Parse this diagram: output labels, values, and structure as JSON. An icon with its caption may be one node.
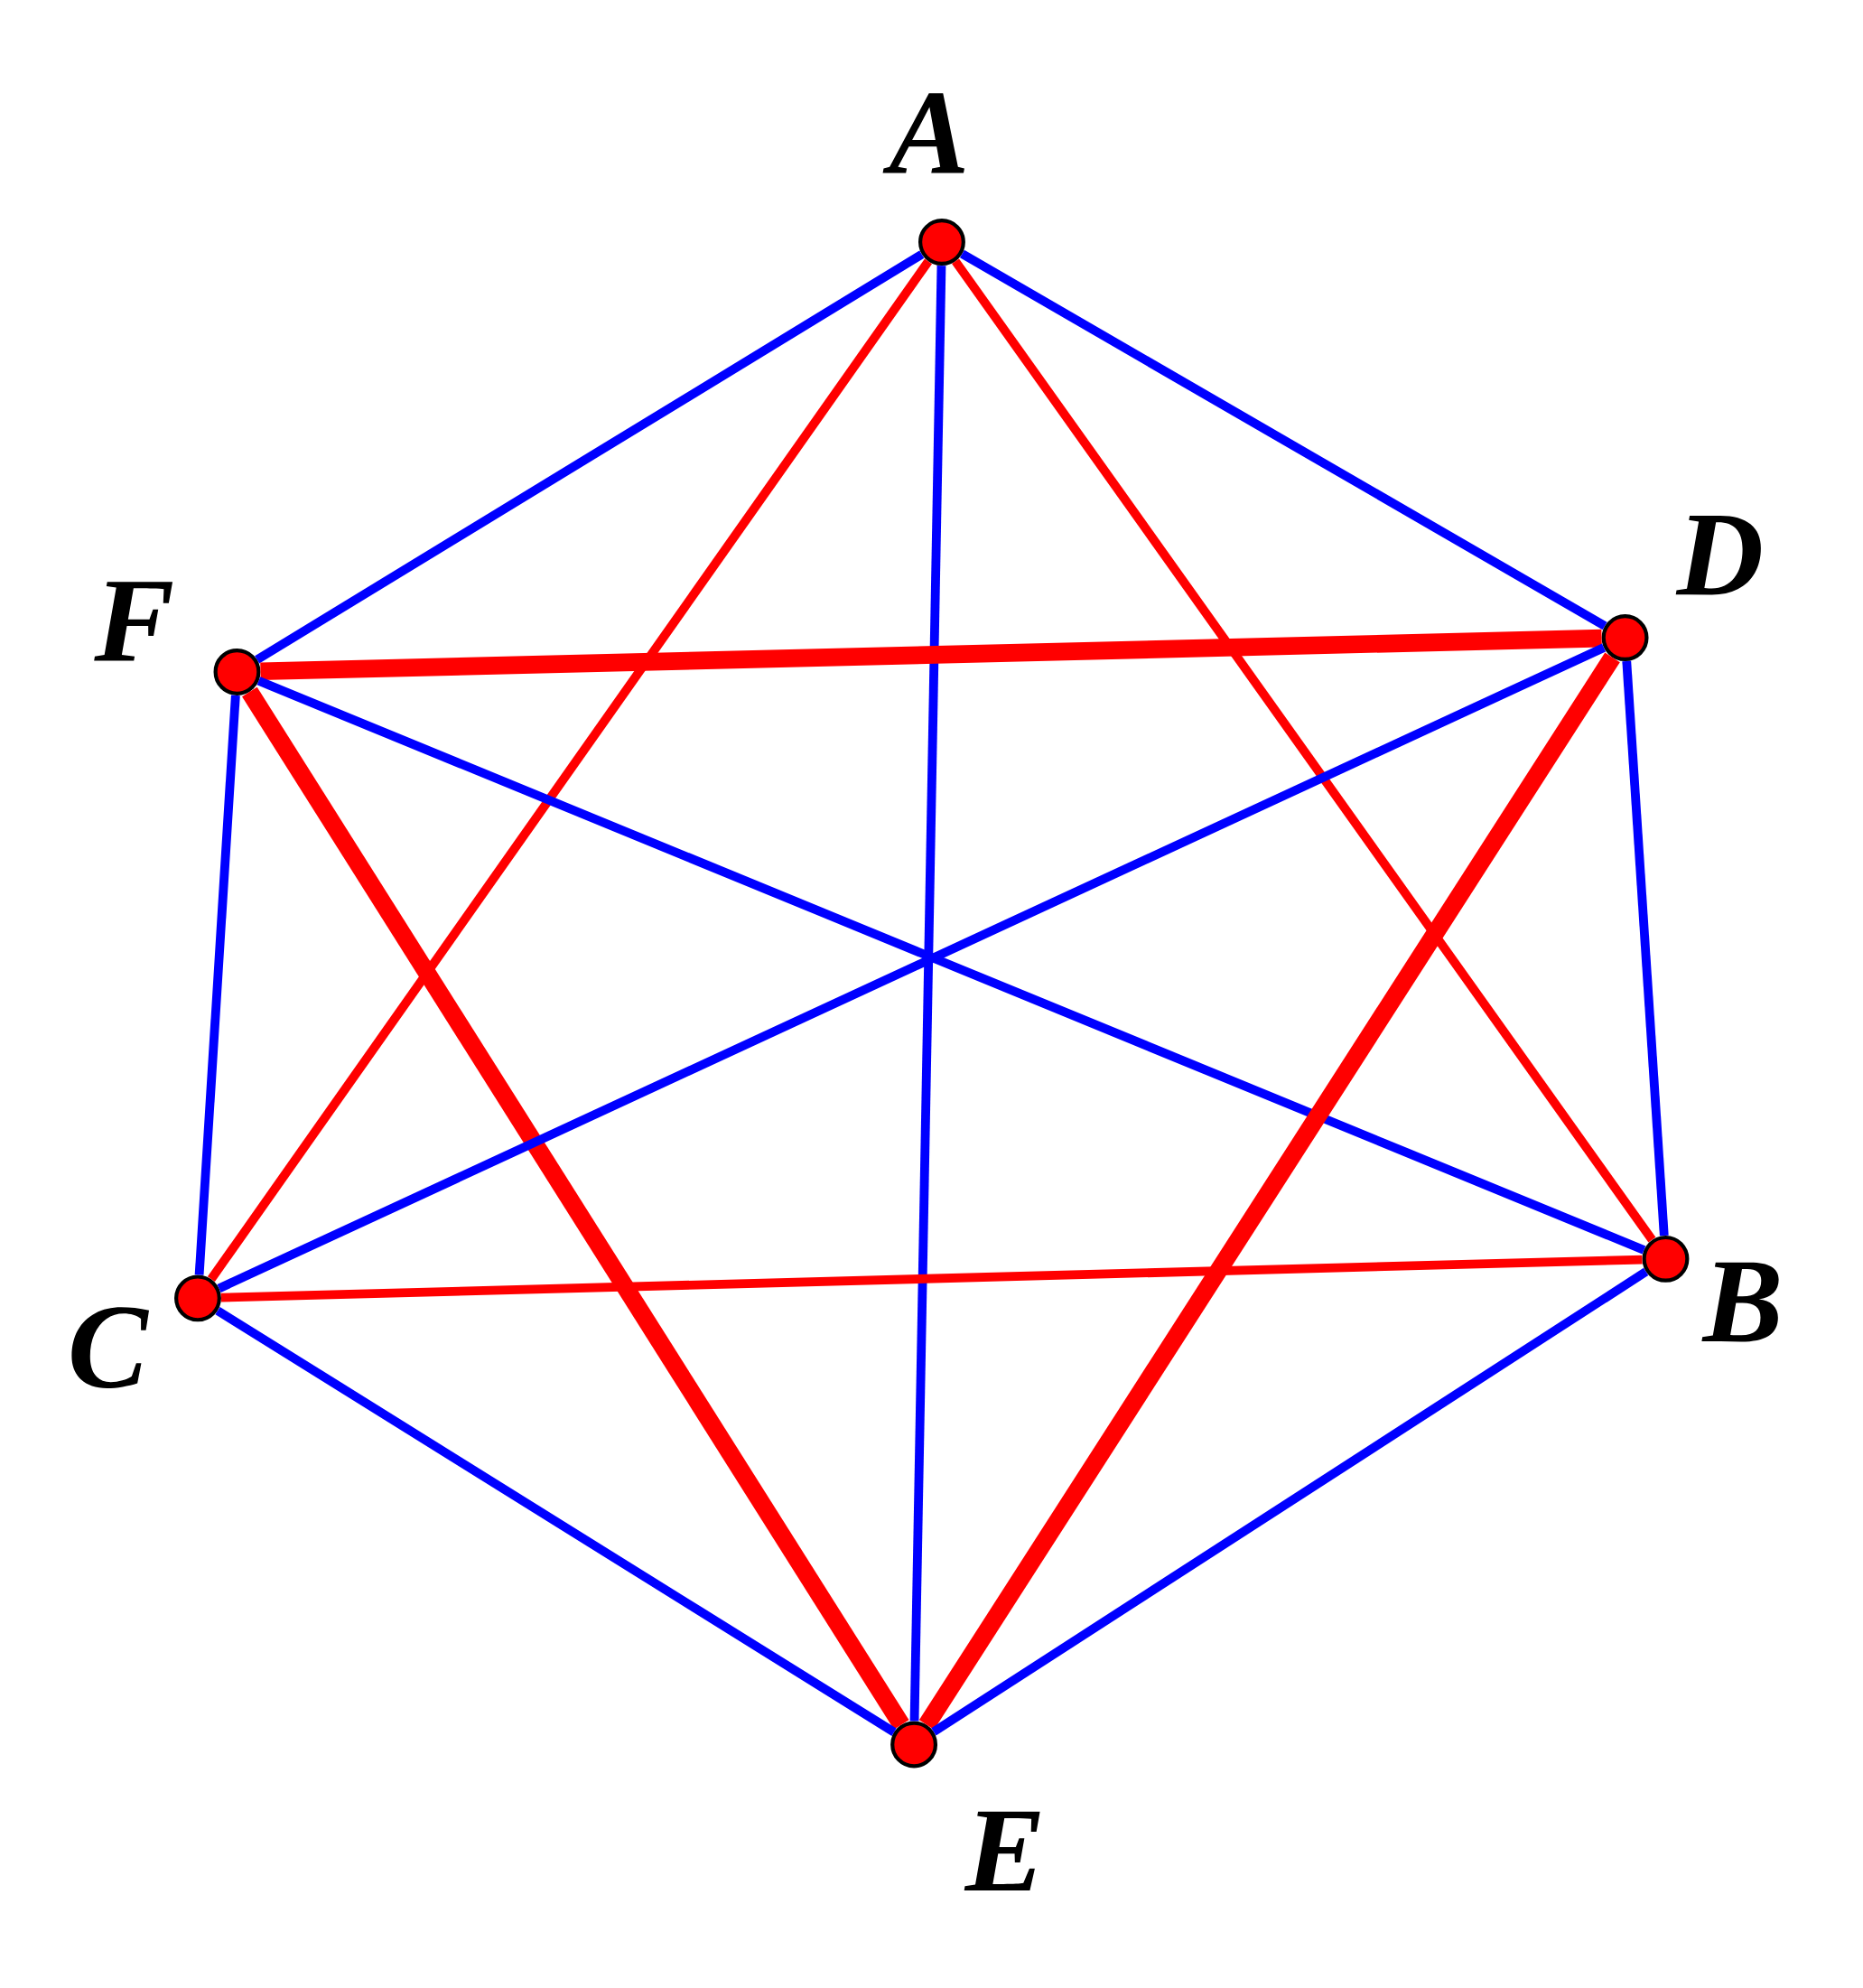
{
  "diagram": {
    "nodes": [
      {
        "text": [],
        "shape": "circle",
        "beside": [
          "A"
        ]
      },
      {
        "text": [],
        "shape": "circle",
        "beside": [
          "D"
        ]
      },
      {
        "text": [],
        "shape": "circle",
        "beside": [
          "F"
        ]
      },
      {
        "text": [],
        "shape": "circle",
        "beside": [
          "B"
        ]
      },
      {
        "text": [],
        "shape": "circle",
        "beside": [
          "C"
        ]
      },
      {
        "text": [],
        "shape": "circle",
        "beside": [
          "E"
        ]
      }
    ],
    "edges": [
      {
        "from": 0,
        "to": 2,
        "arrow": "none"
      },
      {
        "from": 0,
        "to": 1,
        "arrow": "none"
      },
      {
        "from": 0,
        "to": 5,
        "arrow": "none"
      },
      {
        "from": 0,
        "to": 4,
        "arrow": "none",
        "color": "#ff0000"
      },
      {
        "from": 0,
        "to": 3,
        "arrow": "none",
        "color": "#ff0000"
      },
      {
        "from": 2,
        "to": 1,
        "arrow": "none",
        "style": "thick",
        "color": "#ff0000"
      },
      {
        "from": 2,
        "to": 4,
        "arrow": "none"
      },
      {
        "from": 2,
        "to": 3,
        "arrow": "none"
      },
      {
        "from": 2,
        "to": 5,
        "arrow": "none",
        "style": "thick",
        "color": "#ff0000"
      },
      {
        "from": 1,
        "to": 4,
        "arrow": "none"
      },
      {
        "from": 1,
        "to": 3,
        "arrow": "none"
      },
      {
        "from": 1,
        "to": 5,
        "arrow": "none",
        "style": "thick",
        "color": "#ff0000"
      },
      {
        "from": 4,
        "to": 3,
        "arrow": "none",
        "color": "#ff0000"
      },
      {
        "from": 4,
        "to": 5,
        "arrow": "none"
      },
      {
        "from": 3,
        "to": 5,
        "arrow": "none"
      }
    ]
  }
}
